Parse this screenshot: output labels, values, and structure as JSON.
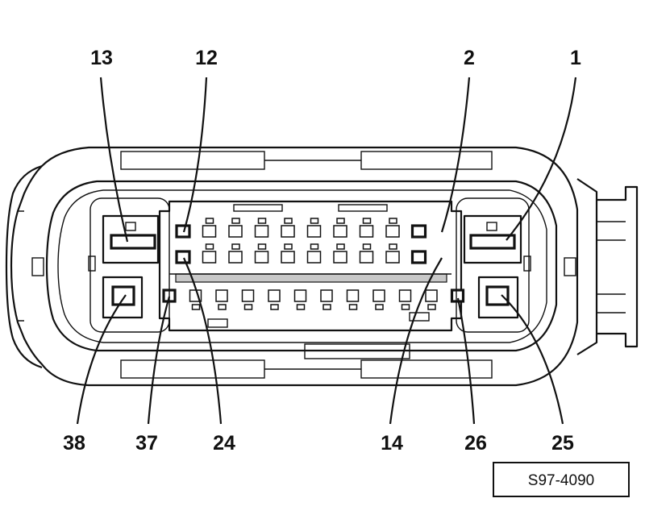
{
  "figure_ref": "S97-4090",
  "pin_labels": {
    "p13": "13",
    "p12": "12",
    "p2": "2",
    "p1": "1",
    "p38": "38",
    "p37": "37",
    "p24": "24",
    "p14": "14",
    "p26": "26",
    "p25": "25"
  }
}
